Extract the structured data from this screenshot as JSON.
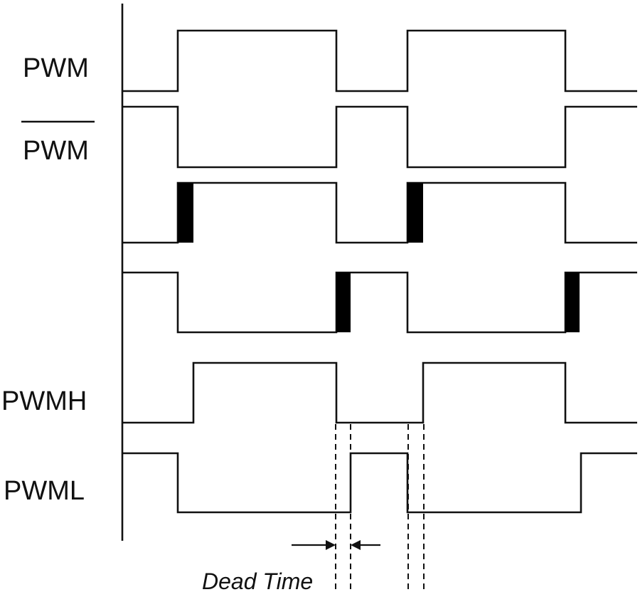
{
  "labels": {
    "pwm": "PWM",
    "pwm_bar": "PWM",
    "pwmh": "PWMH",
    "pwml": "PWML",
    "dead_time": "Dead Time"
  },
  "colors": {
    "line": "#111111",
    "dead_band_fill": "#000000",
    "background": "#ffffff"
  }
}
